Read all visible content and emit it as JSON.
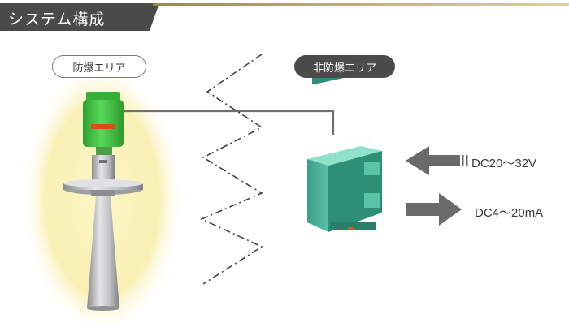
{
  "header": {
    "title": "システム構成"
  },
  "zones": {
    "explosion_proof_area": "防爆エリア",
    "non_explosion_proof_area": "非防爆エリア"
  },
  "signals": {
    "power_input": "DC20〜32V",
    "output_signal": "DC4〜20mA"
  },
  "icons": {
    "sensor": "radar-level-transmitter-icon",
    "barrier": "safety-barrier-module-icon",
    "input_arrow": "arrow-left-icon",
    "output_arrow": "arrow-right-icon",
    "boundary": "zigzag-boundary-line"
  },
  "colors": {
    "title_tab": "#4a4a4a",
    "title_rule": "#b5a55a",
    "hazard_glow": "#fbf3c0",
    "sensor_green": "#3fc63f",
    "barrier_teal": "#3fa48c",
    "arrow_gray": "#6a6a6a"
  }
}
